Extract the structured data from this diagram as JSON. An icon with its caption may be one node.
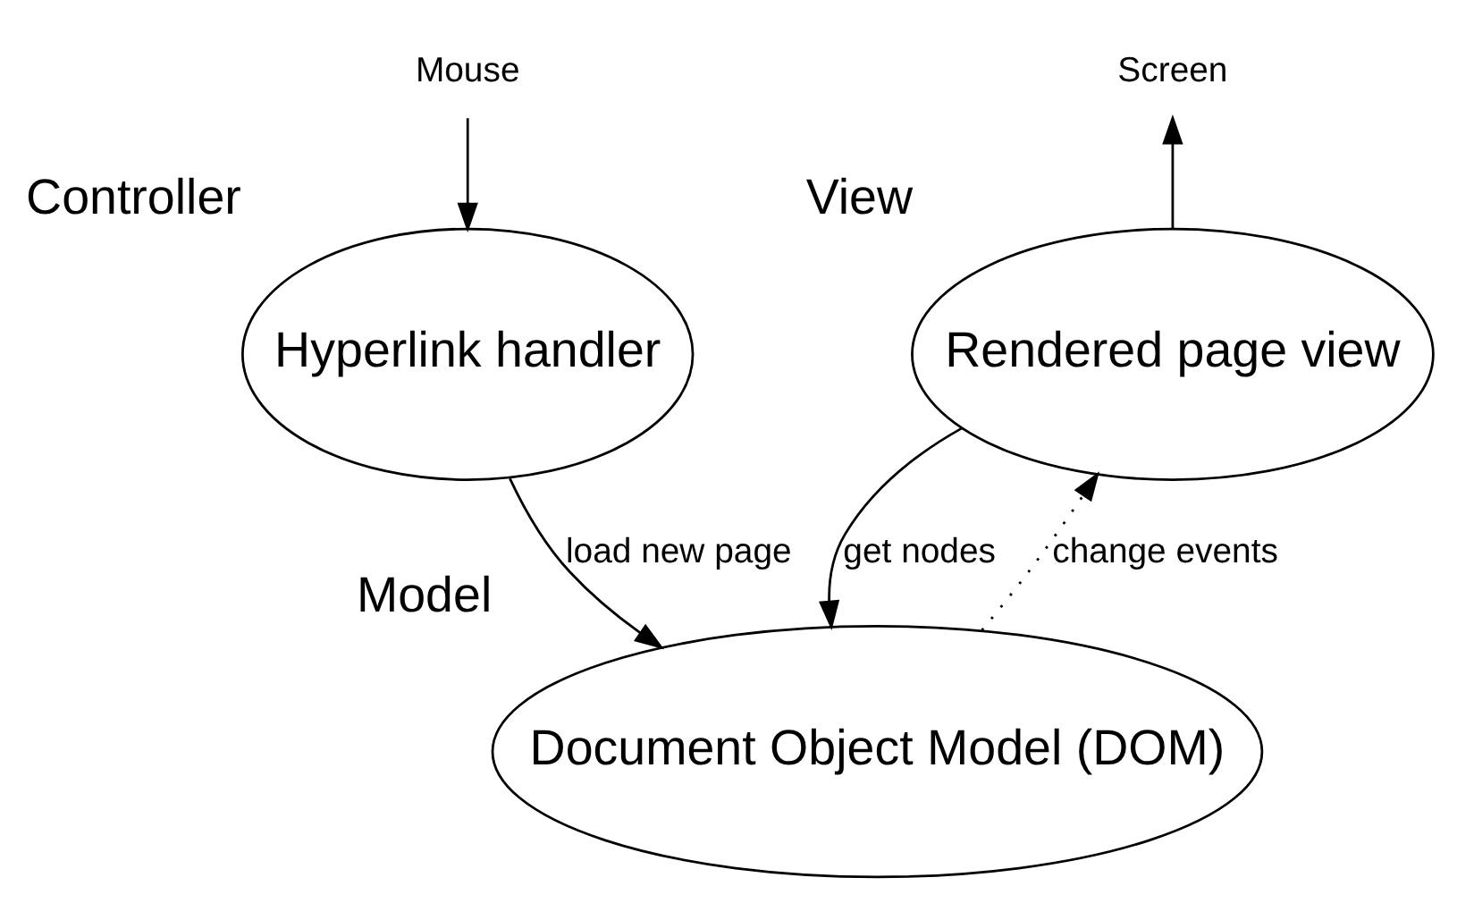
{
  "diagram": {
    "nodes": [
      {
        "text": [
          "Mouse"
        ]
      },
      {
        "text": [
          "Hyperlink handler"
        ],
        "beside": [
          "Controller"
        ]
      },
      {
        "text": [
          "Rendered page view"
        ],
        "beside": [
          "View"
        ]
      },
      {
        "text": [
          "Screen"
        ]
      },
      {
        "text": [
          "Document Object Model (DOM)"
        ],
        "beside": [
          "Model"
        ]
      }
    ],
    "edges": [
      {
        "from": 0,
        "to": 1,
        "arrow": "to"
      },
      {
        "from": 2,
        "to": 3,
        "arrow": "to"
      },
      {
        "from": 1,
        "to": 4,
        "arrow": "to",
        "label": "load new page"
      },
      {
        "from": 2,
        "to": 4,
        "arrow": "to",
        "label": "get nodes"
      },
      {
        "from": 4,
        "to": 2,
        "arrow": "to",
        "label": "change events",
        "style": "dashed"
      }
    ]
  }
}
